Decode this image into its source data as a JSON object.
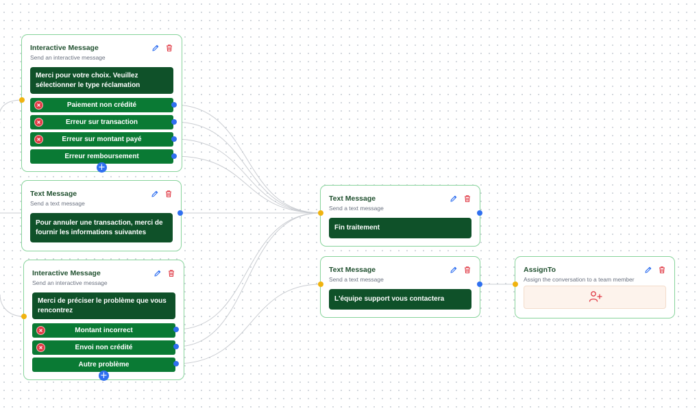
{
  "nodes": {
    "im1": {
      "title": "Interactive Message",
      "subtitle": "Send an interactive message",
      "message": "Merci pour votre choix. Veuillez sélectionner le type réclamation",
      "options": [
        "Paiement non crédité",
        "Erreur sur transaction",
        "Erreur sur montant payé",
        "Erreur remboursement"
      ]
    },
    "tm1": {
      "title": "Text Message",
      "subtitle": "Send a text message",
      "message": "Pour annuler une transaction, merci de fournir les informations suivantes"
    },
    "im2": {
      "title": "Interactive Message",
      "subtitle": "Send an interactive message",
      "message": "Merci de préciser le problème que vous rencontrez",
      "options": [
        "Montant incorrect",
        "Envoi non crédité",
        "Autre problème"
      ]
    },
    "tm2": {
      "title": "Text Message",
      "subtitle": "Send a text message",
      "message": "Fin traitement"
    },
    "tm3": {
      "title": "Text Message",
      "subtitle": "Send a text message",
      "message": "L'équipe support vous contactera"
    },
    "assign": {
      "title": "AssignTo",
      "subtitle": "Assign the conversation to a team member"
    }
  },
  "icons": {
    "edit": "pencil-icon",
    "delete": "trash-icon",
    "remove_option": "x-circle-icon",
    "add": "plus-icon",
    "user_plus": "user-plus-icon"
  },
  "colors": {
    "node_border": "#86d39a",
    "message_bg": "#0f5129",
    "option_bg": "#0a7a34",
    "input_handle": "#f0b30f",
    "output_handle": "#2f6ff0",
    "delete_red": "#e03a45",
    "edit_blue": "#2f6ff0"
  }
}
